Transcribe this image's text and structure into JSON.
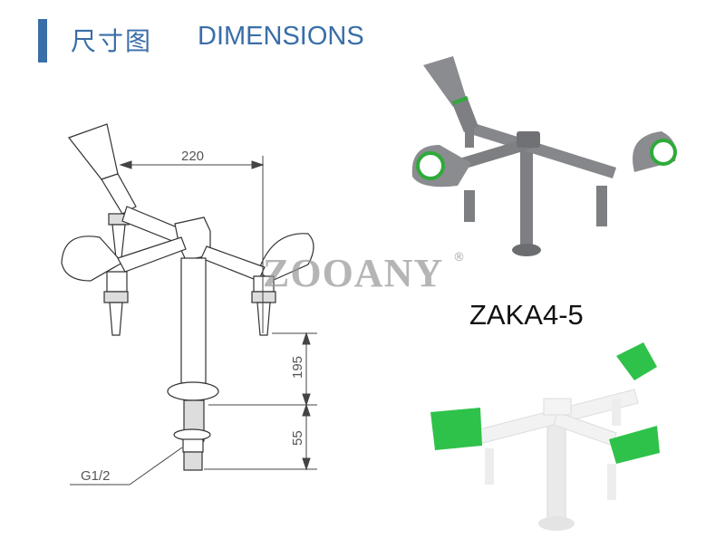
{
  "header": {
    "title_cn": "尺寸图",
    "title_en": "DIMENSIONS",
    "accent_color": "#3a6ea8"
  },
  "drawing": {
    "dimensions": {
      "width": "220",
      "height_upper": "195",
      "height_lower": "55",
      "thread": "G1/2"
    }
  },
  "watermark": {
    "text": "ZOOANY",
    "registered": "®"
  },
  "product": {
    "model": "ZAKA4-5",
    "variants": [
      {
        "name": "grey-with-green-rings",
        "body_color": "#7d7f82",
        "accent_color": "#2faa3a"
      },
      {
        "name": "white-with-green-nozzles",
        "body_color": "#f2f2f2",
        "accent_color": "#2fc24a"
      }
    ]
  }
}
